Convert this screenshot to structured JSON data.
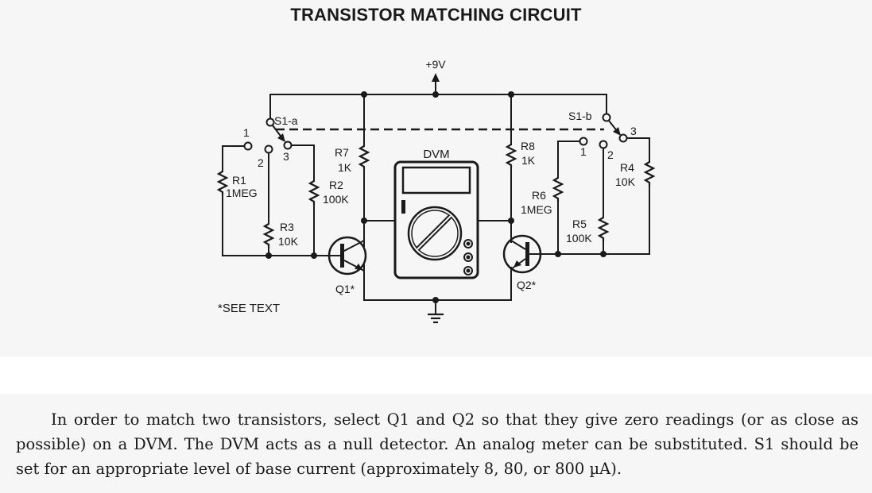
{
  "title": "TRANSISTOR MATCHING CIRCUIT",
  "schematic": {
    "supply": "+9V",
    "meter": "DVM",
    "note": "*SEE TEXT",
    "switches": [
      {
        "ref": "S1-a",
        "positions": [
          "1",
          "2",
          "3"
        ]
      },
      {
        "ref": "S1-b",
        "positions": [
          "1",
          "2",
          "3"
        ]
      }
    ],
    "resistors": [
      {
        "ref": "R1",
        "value": "1MEG"
      },
      {
        "ref": "R2",
        "value": "100K"
      },
      {
        "ref": "R3",
        "value": "10K"
      },
      {
        "ref": "R4",
        "value": "10K"
      },
      {
        "ref": "R5",
        "value": "100K"
      },
      {
        "ref": "R6",
        "value": "1MEG"
      },
      {
        "ref": "R7",
        "value": "1K"
      },
      {
        "ref": "R8",
        "value": "1K"
      }
    ],
    "transistors": [
      {
        "ref": "Q1*"
      },
      {
        "ref": "Q2*"
      }
    ]
  },
  "caption": "In order to match two transistors, select Q1 and Q2 so that they give zero readings (or as close as possible) on a DVM. The DVM acts as a null detector. An analog meter can be substituted. S1 should be set for an appropriate level of base current (approximately 8, 80, or 800 µA).",
  "colors": {
    "ink": "#1a1a1a",
    "paper": "#f6f6f6"
  }
}
